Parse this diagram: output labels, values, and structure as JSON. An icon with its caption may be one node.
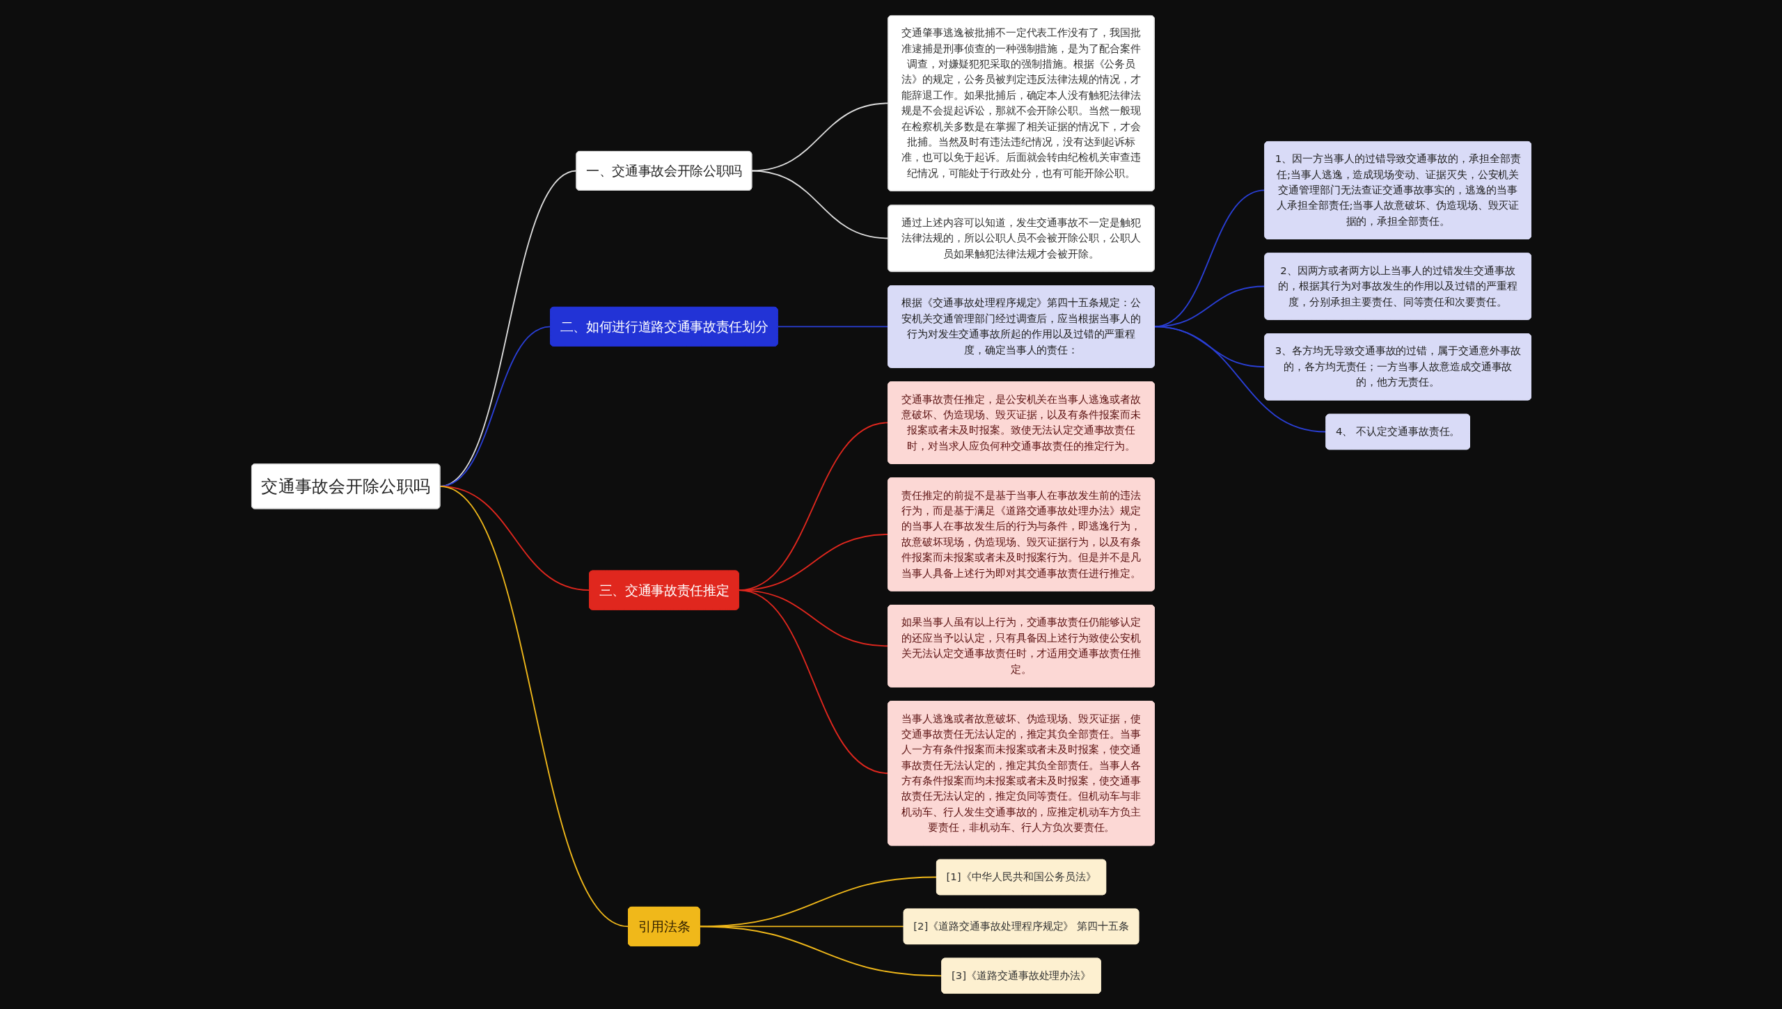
{
  "diagram": {
    "nodes": [
      {
        "text": [
          "交通事故会开除公职吗"
        ]
      },
      {
        "text": [
          "一、交通事故会开除公职吗"
        ]
      },
      {
        "text": [
          "交通肇事逃逸被批捕不一定代表工作没有了，我国批准逮捕是刑事侦查的一种强制措施，是为了配合案件调查，对嫌疑犯犯采取的强制措施。根据《公务员法》的规定，公务员被判定违反法律法规的情况，才能辞退工作。如果批捕后，确定本人没有触犯法律法规是不会提起诉讼，那就不会开除公职。当然一般现在检察机关多数是在掌握了相关证据的情况下，才会批捕。当然及时有违法违纪情况，没有达到起诉标准，也可以免于起诉。后面就会转由纪检机关审查违纪情况，可能处于行政处分，也有可能开除公职。"
        ]
      },
      {
        "text": [
          "通过上述内容可以知道，发生交通事故不一定是触犯法律法规的，所以公职人员不会被开除公职，公职人员如果触犯法律法规才会被开除。"
        ]
      },
      {
        "text": [
          "二、如何进行道路交通事故责任划分"
        ]
      },
      {
        "text": [
          "根据《交通事故处理程序规定》第四十五条规定：公安机关交通管理部门经过调查后，应当根据当事人的行为对发生交通事故所起的作用以及过错的严重程度，确定当事人的责任："
        ]
      },
      {
        "text": [
          "1、因一方当事人的过错导致交通事故的，承担全部责任;当事人逃逸，造成现场变动、证据灭失，公安机关交通管理部门无法查证交通事故事实的，逃逸的当事人承担全部责任;当事人故意破坏、伪造现场、毁灭证据的，承担全部责任。"
        ]
      },
      {
        "text": [
          "2、因两方或者两方以上当事人的过错发生交通事故的，根据其行为对事故发生的作用以及过错的严重程度，分别承担主要责任、同等责任和次要责任。"
        ]
      },
      {
        "text": [
          "3、各方均无导致交通事故的过错，属于交通意外事故的，各方均无责任；一方当事人故意造成交通事故的，他方无责任。"
        ]
      },
      {
        "text": [
          "4、 不认定交通事故责任。"
        ]
      },
      {
        "text": [
          "三、交通事故责任推定"
        ]
      },
      {
        "text": [
          "交通事故责任推定，是公安机关在当事人逃逸或者故意破坏、伪造现场、毁灭证据，以及有条件报案而未报案或者未及时报案。致使无法认定交通事故责任时，对当求人应负何种交通事故责任的推定行为。"
        ]
      },
      {
        "text": [
          "责任推定的前提不是基于当事人在事故发生前的违法行为，而是基于满足《道路交通事故处理办法》规定的当事人在事故发生后的行为与条件，即逃逸行为，故意破坏现场，伪造现场、毁灭证据行为，以及有条件报案而未报案或者未及时报案行为。但是并不是凡当事人具备上述行为即对其交通事故责任进行推定。"
        ]
      },
      {
        "text": [
          "如果当事人虽有以上行为，交通事故责任仍能够认定的还应当予以认定，只有具备因上述行为致使公安机关无法认定交通事故责任时，才适用交通事故责任推定。"
        ]
      },
      {
        "text": [
          "当事人逃逸或者故意破坏、伪造现场、毁灭证据，使交通事故责任无法认定的，推定其负全部责任。当事人一方有条件报案而未报案或者未及时报案，使交通事故责任无法认定的，推定其负全部责任。当事人各方有条件报案而均未报案或者未及时报案，使交通事故责任无法认定的，推定负同等责任。但机动车与非机动车、行人发生交通事故的，应推定机动车方负主要责任，非机动车、行人方负次要责任。"
        ]
      },
      {
        "text": [
          "引用法条"
        ]
      },
      {
        "text": [
          "[1]《中华人民共和国公务员法》"
        ]
      },
      {
        "text": [
          "[2]《道路交通事故处理程序规定》 第四十五条"
        ]
      },
      {
        "text": [
          "[3]《道路交通事故处理办法》"
        ]
      }
    ],
    "edges": [
      {
        "from": 0,
        "to": 1,
        "arrow": "none",
        "color": "#dddddd"
      },
      {
        "from": 1,
        "to": 2,
        "arrow": "none",
        "color": "#dddddd"
      },
      {
        "from": 1,
        "to": 3,
        "arrow": "none",
        "color": "#dddddd"
      },
      {
        "from": 0,
        "to": 4,
        "arrow": "none"
      },
      {
        "from": 4,
        "to": 5,
        "arrow": "none"
      },
      {
        "from": 5,
        "to": 6,
        "arrow": "none"
      },
      {
        "from": 5,
        "to": 7,
        "arrow": "none"
      },
      {
        "from": 5,
        "to": 8,
        "arrow": "none"
      },
      {
        "from": 5,
        "to": 9,
        "arrow": "none"
      },
      {
        "from": 0,
        "to": 10,
        "arrow": "none",
        "color": "#e0271e"
      },
      {
        "from": 10,
        "to": 11,
        "arrow": "none",
        "color": "#e0271e"
      },
      {
        "from": 10,
        "to": 12,
        "arrow": "none",
        "color": "#e0271e"
      },
      {
        "from": 10,
        "to": 13,
        "arrow": "none",
        "color": "#e0271e"
      },
      {
        "from": 10,
        "to": 14,
        "arrow": "none",
        "color": "#e0271e"
      },
      {
        "from": 0,
        "to": 15,
        "arrow": "none",
        "color": "#f0b81a"
      },
      {
        "from": 15,
        "to": 16,
        "arrow": "none",
        "color": "#f0b81a"
      },
      {
        "from": 15,
        "to": 17,
        "arrow": "none",
        "color": "#f0b81a"
      },
      {
        "from": 15,
        "to": 18,
        "arrow": "none",
        "color": "#f0b81a"
      }
    ]
  }
}
